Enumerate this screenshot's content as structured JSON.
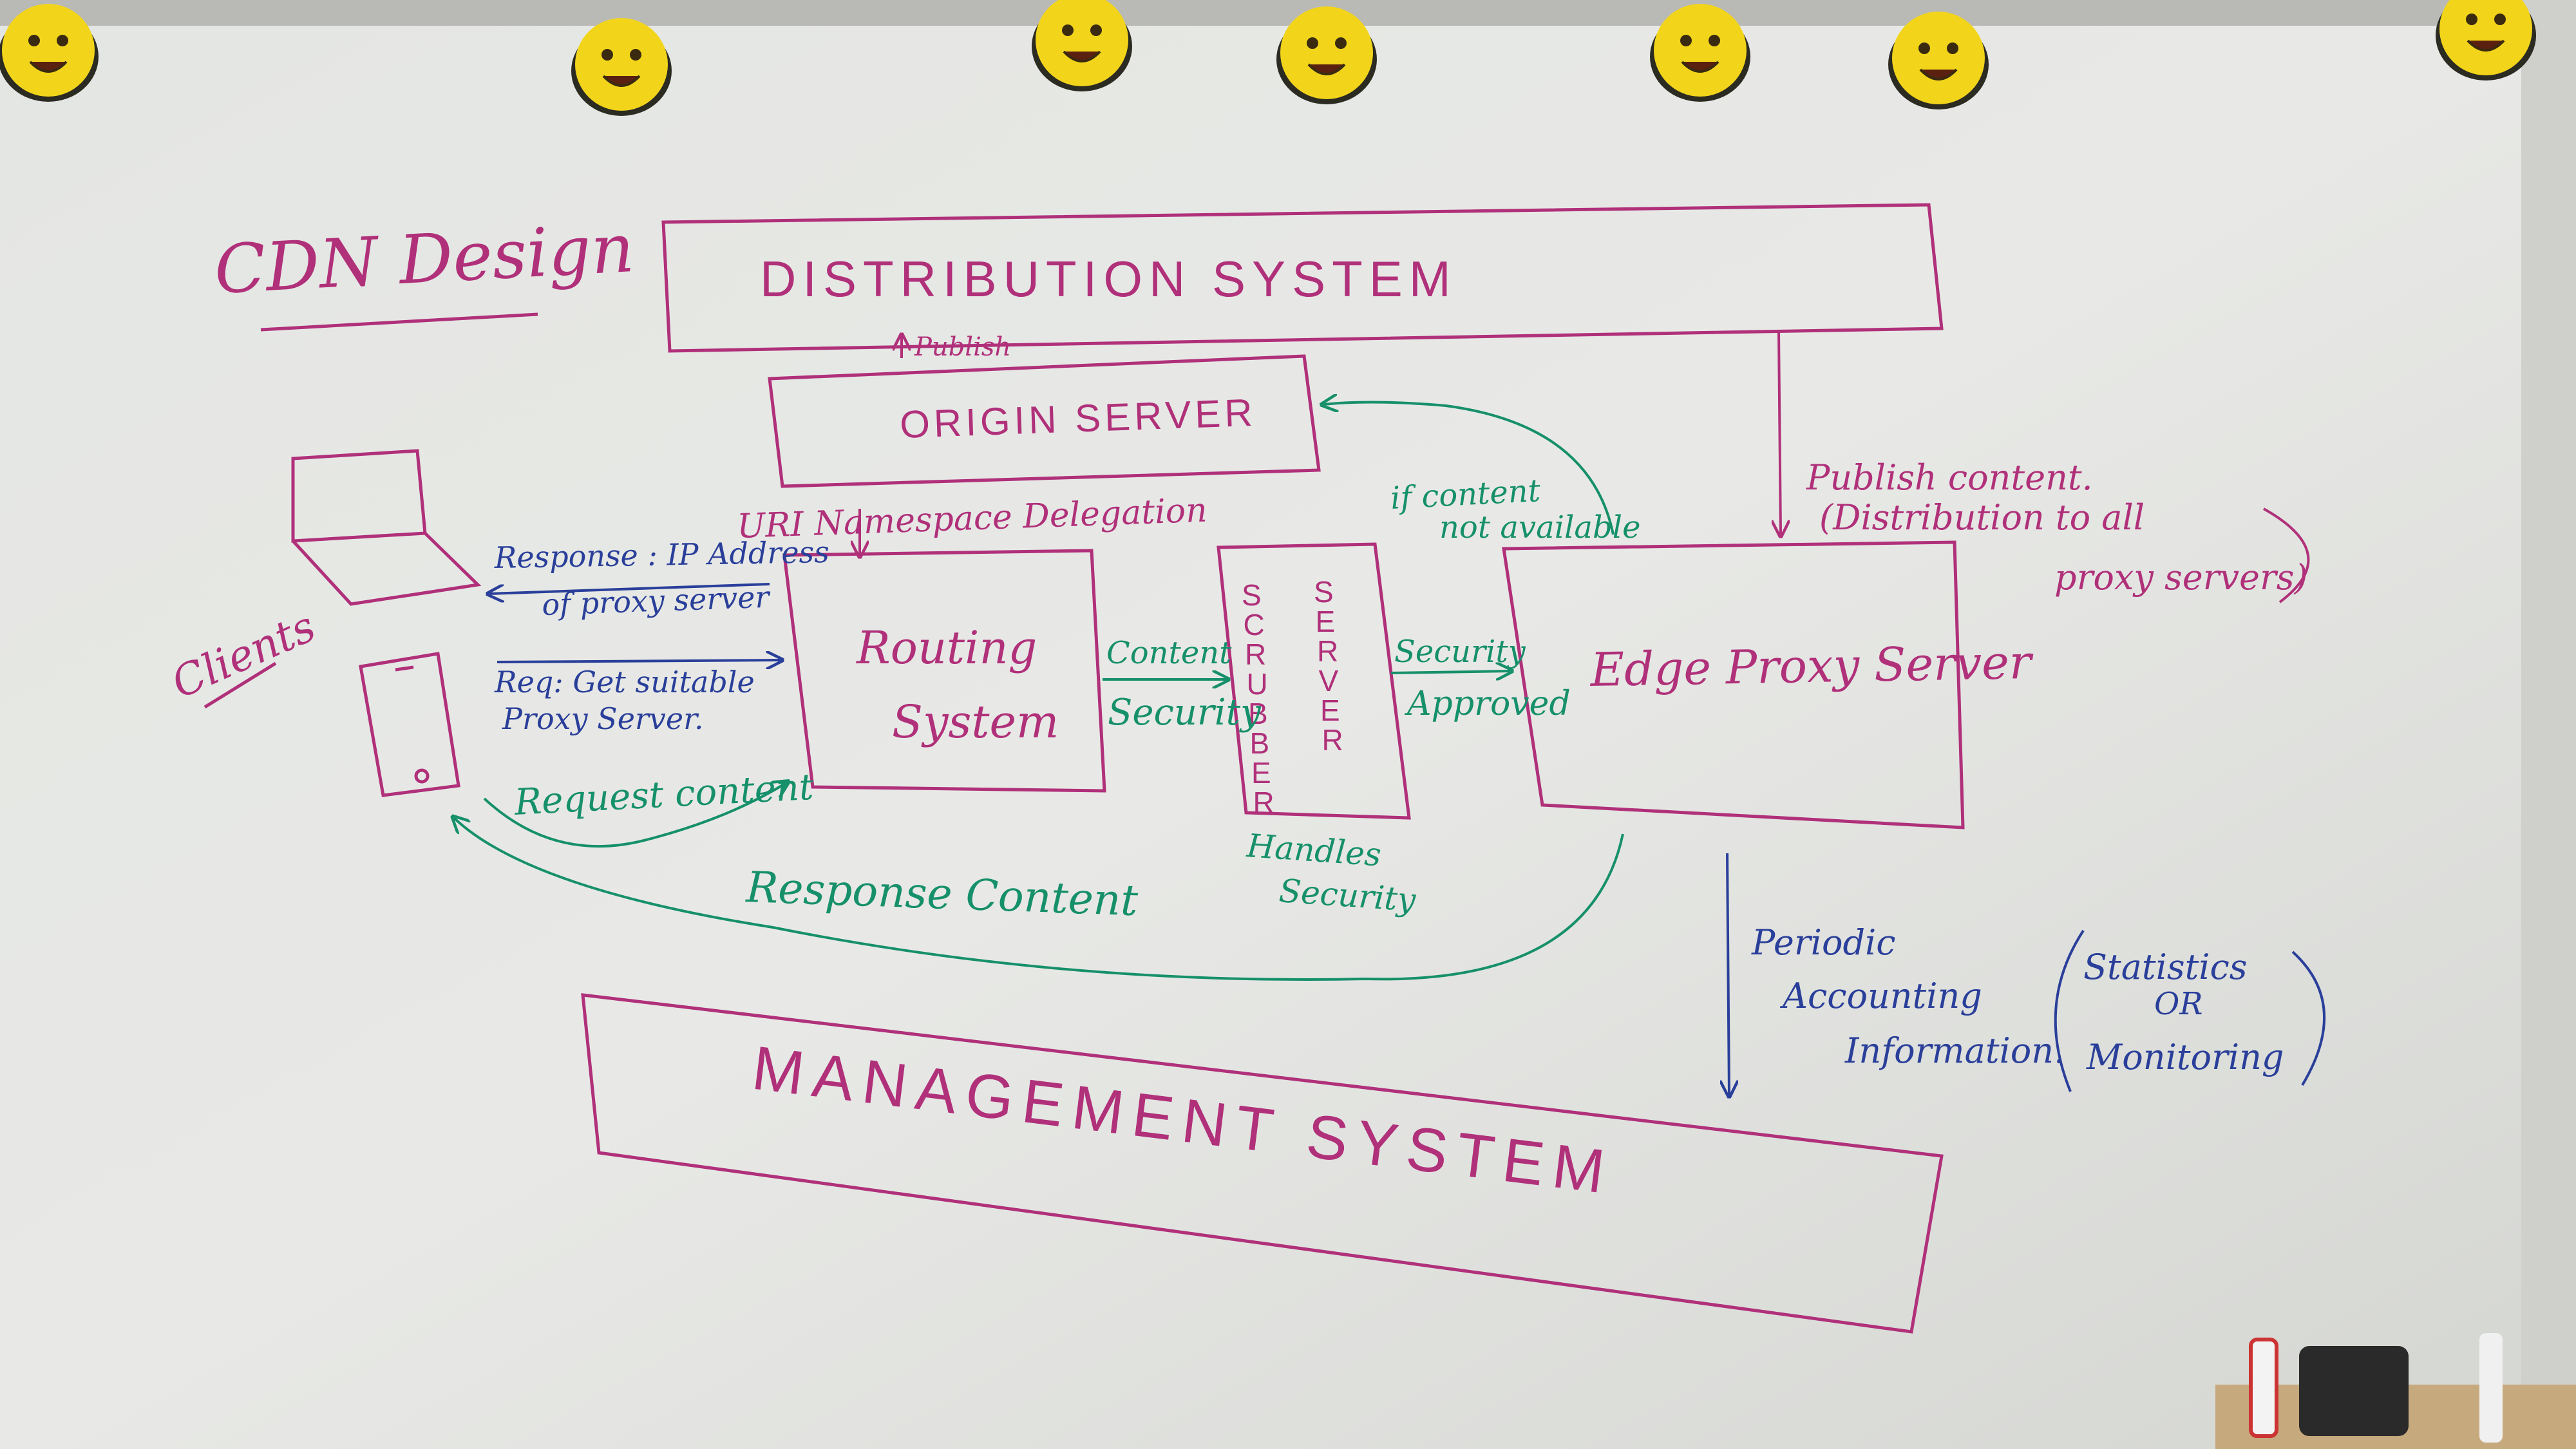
{
  "title": "CDN Design",
  "colors": {
    "magenta": "#b0307a",
    "blue": "#2a3f9a",
    "green": "#16906a",
    "board": "#e6e8e4",
    "magnet": "#f2d51a"
  },
  "magnets": [
    "kiss-emoji",
    "laughing-emoji",
    "winking-emoji",
    "tongue-emoji",
    "kiss-heart-emoji",
    "laughing-emoji",
    "grinning-emoji"
  ],
  "boxes": {
    "distribution": "DISTRIBUTION SYSTEM",
    "origin": "ORIGIN SERVER",
    "routing_line1": "Routing",
    "routing_line2": "System",
    "scrubber_col1": [
      "S",
      "C",
      "R",
      "U",
      "B",
      "B",
      "E",
      "R"
    ],
    "scrubber_col2": [
      "S",
      "E",
      "R",
      "V",
      "E",
      "R"
    ],
    "edge": "Edge Proxy Server",
    "management": "MANAGEMENT SYSTEM"
  },
  "clients": "Clients",
  "labels": {
    "publish": "Publish",
    "uri": "URI Namespace Delegation",
    "response_ip_1": "Response : IP Address",
    "response_ip_2": "of proxy server",
    "req_1": "Req: Get suitable",
    "req_2": "Proxy Server.",
    "request_content": "Request content",
    "response_content": "Response Content",
    "content": "Content",
    "security": "Security",
    "security_approved_1": "Security",
    "security_approved_2": "Approved",
    "handles_1": "Handles",
    "handles_2": "Security",
    "if_content_1": "if content",
    "if_content_2": "not available",
    "publish_content_1": "Publish content.",
    "publish_content_2": "(Distribution to all",
    "publish_content_3": "proxy servers)",
    "periodic_1": "Periodic",
    "periodic_2": "Accounting",
    "periodic_3": "Information.",
    "stats_1": "Statistics",
    "stats_2": "OR",
    "stats_3": "Monitoring"
  }
}
